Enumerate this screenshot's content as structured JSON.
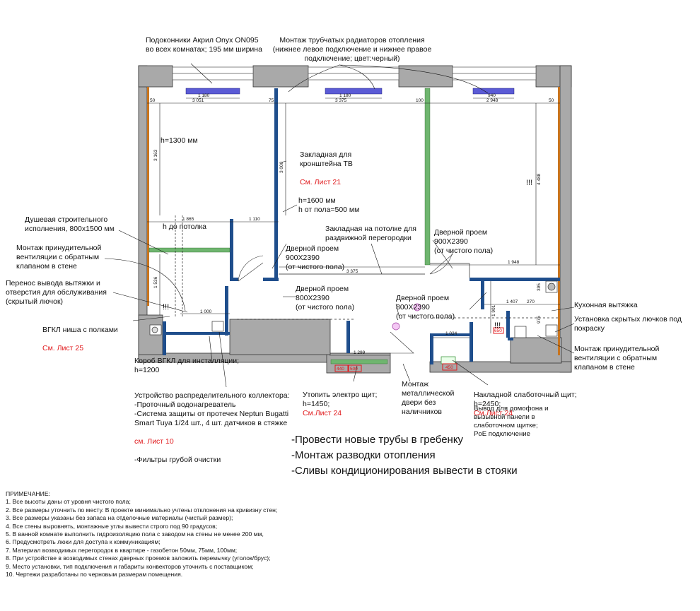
{
  "notes": {
    "sills": "Подоконники Акрил Onyx ON095 во всех комнатах; 195 мм ширина",
    "radiators": "Монтаж трубчатых радиаторов отопления (нижнее левое подключение и нижнее правое подключение; цвет:черный)",
    "tv_mount": "Закладная для кронштейна ТВ",
    "tv_mount_ref": "См. Лист 21",
    "h1300": "h=1300 мм",
    "h1600": "h=1600 мм\nh от пола=500 мм",
    "to_ceiling": "h до потолка",
    "shower": "Душевая строительного исполнения, 800х1500 мм",
    "vent_bath": "Монтаж принудительной вентиляции с обратным клапаном в стене",
    "hood_move": "Перенос вывода вытяжки и отверстия для обслуживания (скрытый лючок)",
    "niche": "ВГКЛ ниша с полками",
    "niche_ref": "См. Лист 25",
    "ceiling_mount": "Закладная на потолке для раздвижной перегородки",
    "door1": "Дверной проем\n900Х2390\n(от чистого пола)",
    "door2": "Дверной проем\n900Х2390\n(от чистого пола)",
    "door3": "Дверной проем\n800Х2390\n(от чистого пола)",
    "door4": "Дверной проем\n800Х2390\n(от чистого пола)",
    "kitchen_hood": "Кухонная вытяжка",
    "hatches": "Установка скрытых лючков под покраску",
    "vent_kitchen": "Монтаж принудительной вентиляции с обратным клапаном в стене",
    "box": "Короб ВГКЛ для инсталляции;\nh=1200",
    "collector": "Устройство распределительного коллектора:\n-Проточный водонагреватель\n-Система защиты от протечек Neptun Bugatti Smart Tuya 1/24 шт., 4 шт. датчиков в стяжке",
    "collector_ref": "см. Лист 10",
    "collector_tail": "-Фильтры грубой очистки",
    "panel": "Утопить электро щит;\nh=1450;",
    "panel_ref": "См.Лист 24",
    "door_metal": "Монтаж\nметаллической\nдвери без\nналичников",
    "lowcurrent": "Накладной слаботочный щит;\nh=2450;",
    "lowcurrent_ref": "См.Лист 24",
    "intercom": "Вывод для домофона и вызывной панели в слаботочном щитке;\nPoE подключение",
    "warn": "!!!"
  },
  "big_notes": [
    "-Провести новые трубы в гребенку",
    "-Монтаж разводки отопления",
    "-Сливы кондиционирования вывести в стояки"
  ],
  "dims": {
    "d3051": "3 051",
    "d3375a": "3 375",
    "d2948": "2 948",
    "d1180a": "1 180",
    "d1180b": "1 180",
    "d940": "940",
    "d50a": "50",
    "d75a": "75",
    "d100a": "100",
    "d50b": "50",
    "d3163": "3 163",
    "d3000": "3 000",
    "d4488": "4 488",
    "d1865": "1 865",
    "d1110": "1 110",
    "d3375b": "3 375",
    "d1948": "1 948",
    "d1407": "1 407",
    "d1000": "1 000",
    "d1299": "1 299",
    "d1024": "1 024",
    "d440": "440",
    "d500": "500",
    "d450": "450",
    "d650": "650",
    "d1536": "1 536",
    "d1901": "1 901",
    "d975": "975",
    "d395": "395",
    "d270": "270"
  },
  "remarks_title": "ПРИМЕЧАНИЕ:",
  "remarks": [
    "1. Все высоты даны от уровня чистого пола;",
    "2. Все размеры уточнить по месту. В проекте минимально учтены отклонения на кривизну стен;",
    "3. Все размеры указаны без запаса на отделочные материалы (чистый размер);",
    "4. Все стены выровнять, монтажные углы вывести строго под 90 градусов;",
    "5. В ванной комнате выполнить гидроизоляцию пола с заводом на стены не менее 200 мм,",
    "6. Предусмотреть люки для доступа к коммуникациям;",
    "7. Материал возводимых перегородок в квартире - газобетон 50мм, 75мм, 100мм;",
    "8. При устройстве в возводимых стенах дверных проемов заложить перемычку (уголок/брус);",
    "9. Место установки, тип подключения и габариты конвекторов уточнить с поставщиком;",
    "10. Чертежи разработаны по черновым размерам помещения."
  ],
  "colors": {
    "wall_gray": "#a9a9a9",
    "partition_blue": "#1f4e8c",
    "partition_green": "#6fb56f",
    "accent_red": "#e0191c",
    "radiator": "#5b5bd6"
  }
}
